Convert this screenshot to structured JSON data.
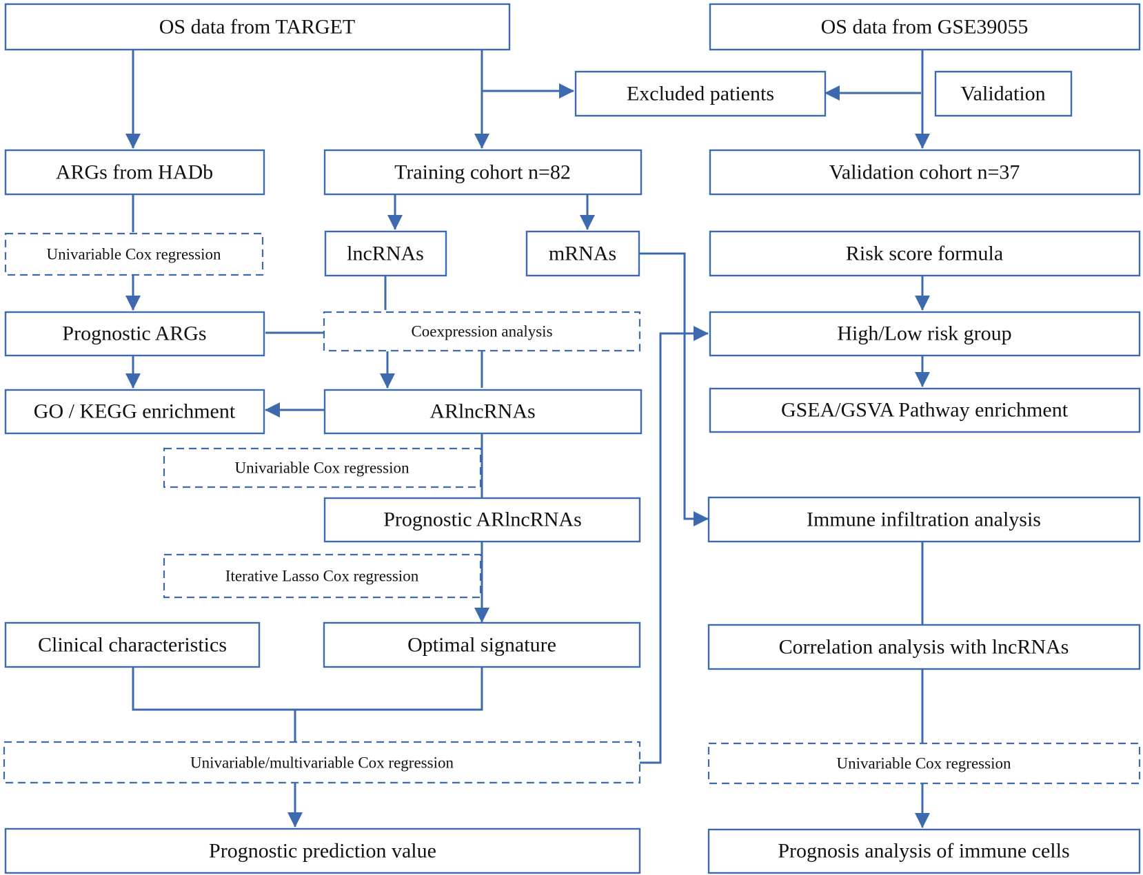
{
  "colors": {
    "line": "#3d6aae",
    "text": "#111111",
    "background": "#ffffff"
  },
  "nodes": {
    "os_target": "OS data from TARGET",
    "os_gse": "OS data from GSE39055",
    "excluded": "Excluded patients",
    "validation": "Validation",
    "args_hadb": "ARGs from HADb",
    "training": "Training cohort  n=82",
    "validation_cohort": "Validation cohort  n=37",
    "univ_cox_1": "Univariable Cox regression",
    "lncrnas": "lncRNAs",
    "mrnas": "mRNAs",
    "risk_formula": "Risk score formula",
    "prognostic_args": "Prognostic ARGs",
    "coexpression": "Coexpression analysis",
    "risk_group": "High/Low risk group",
    "go_kegg": "GO / KEGG enrichment",
    "arlncrnas": "ARlncRNAs",
    "gsea": "GSEA/GSVA Pathway enrichment",
    "univ_cox_2": "Univariable Cox regression",
    "prognostic_arlnc": "Prognostic ARlncRNAs",
    "immune_infiltration": "Immune infiltration analysis",
    "lasso": "Iterative Lasso Cox regression",
    "clinical": "Clinical characteristics",
    "optimal": "Optimal signature",
    "correlation": "Correlation analysis with lncRNAs",
    "multi_cox": "Univariable/multivariable Cox regression",
    "univ_cox_3": "Univariable Cox regression",
    "prognostic_value": "Prognostic prediction value",
    "prognosis_immune": "Prognosis analysis of immune cells"
  }
}
